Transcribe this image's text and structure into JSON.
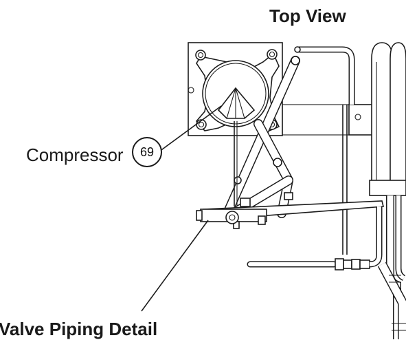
{
  "diagram": {
    "title": "Top View",
    "bottom_label": "Valve Piping Detail",
    "component_label": "Compressor",
    "callout_number": "69"
  }
}
